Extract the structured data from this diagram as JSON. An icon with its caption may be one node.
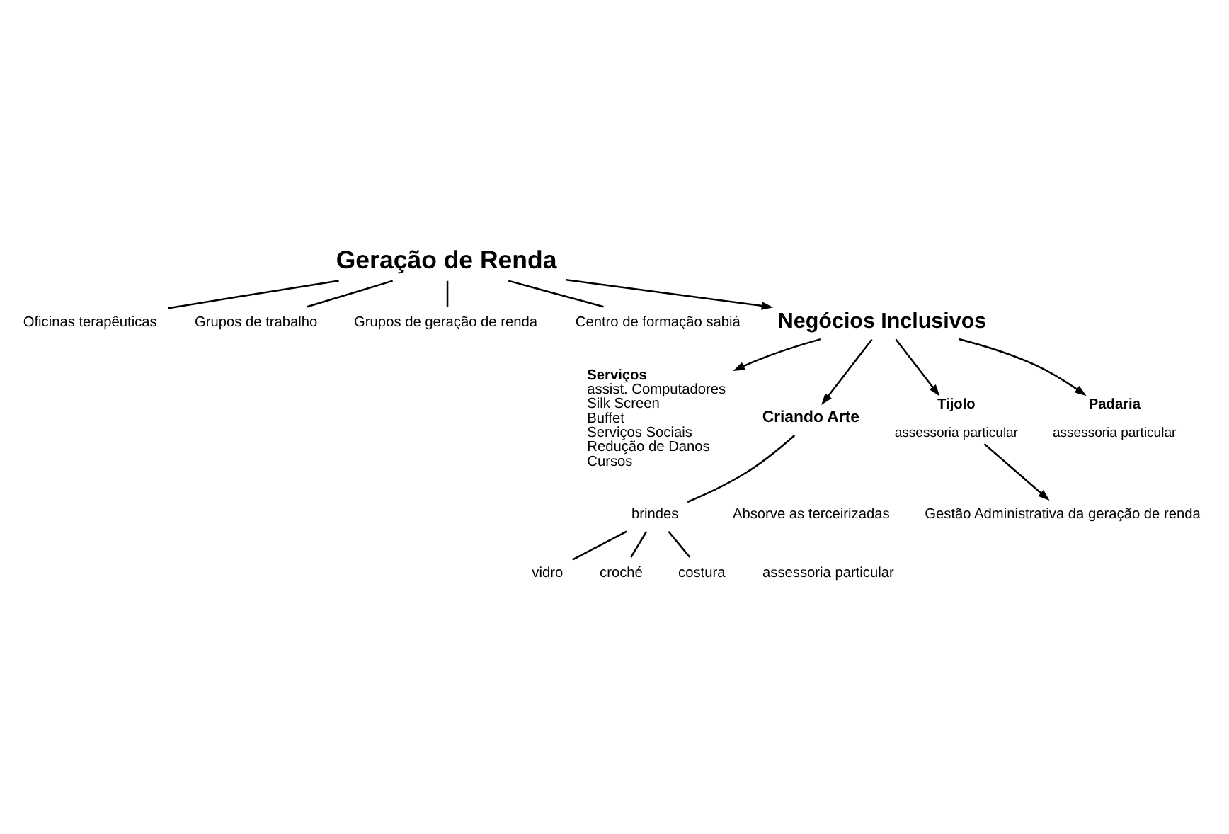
{
  "diagram": {
    "nodes": [
      {
        "text": [
          "Geração de Renda"
        ]
      },
      {
        "text": [
          "Oficinas terapêuticas"
        ]
      },
      {
        "text": [
          "Grupos de trabalho"
        ]
      },
      {
        "text": [
          "Grupos de geração de renda"
        ]
      },
      {
        "text": [
          "Centro de formação sabiá"
        ]
      },
      {
        "text": [
          "Negócios Inclusivos"
        ]
      },
      {
        "text": [
          "Serviços",
          "assist. Computadores",
          "Silk Screen",
          "Buffet",
          "Serviços Sociais",
          "Redução de Danos",
          "Cursos"
        ]
      },
      {
        "text": [
          "Criando Arte"
        ]
      },
      {
        "text": [
          "brindes"
        ]
      },
      {
        "text": [
          "vidro"
        ]
      },
      {
        "text": [
          "croché"
        ]
      },
      {
        "text": [
          "costura"
        ]
      },
      {
        "text": [
          "Tijolo"
        ],
        "beside": [
          "assessoria particular"
        ]
      },
      {
        "text": [
          "Padaria"
        ],
        "beside": [
          "assessoria particular"
        ]
      },
      {
        "text": [
          "Gestão Administrativa da geração de renda"
        ]
      }
    ],
    "edges": [
      {
        "from": 0,
        "to": 1,
        "arrow": "none"
      },
      {
        "from": 0,
        "to": 2,
        "arrow": "none"
      },
      {
        "from": 0,
        "to": 3,
        "arrow": "none"
      },
      {
        "from": 0,
        "to": 4,
        "arrow": "none"
      },
      {
        "from": 0,
        "to": 5,
        "arrow": "to"
      },
      {
        "from": 5,
        "to": 6,
        "arrow": "to"
      },
      {
        "from": 5,
        "to": 7,
        "arrow": "to"
      },
      {
        "from": 5,
        "to": 12,
        "arrow": "to"
      },
      {
        "from": 5,
        "to": 13,
        "arrow": "to"
      },
      {
        "from": 7,
        "to": 8,
        "arrow": "none"
      },
      {
        "from": 8,
        "to": 9,
        "arrow": "none"
      },
      {
        "from": 8,
        "to": 10,
        "arrow": "none"
      },
      {
        "from": 8,
        "to": 11,
        "arrow": "none"
      },
      {
        "from": 12,
        "to": 14,
        "arrow": "to"
      }
    ],
    "labels": [
      "Absorve as terceirizadas",
      "assessoria particular"
    ]
  }
}
